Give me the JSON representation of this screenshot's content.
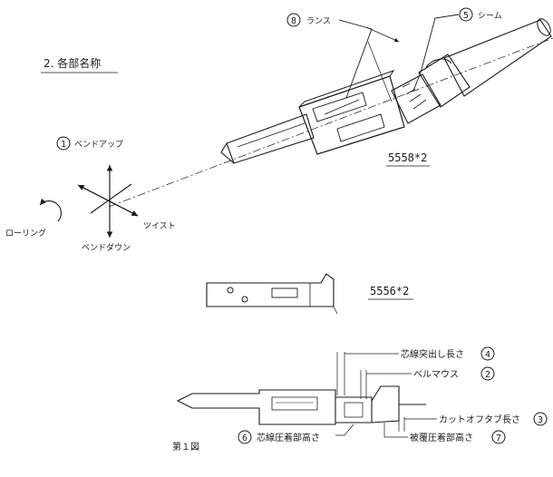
{
  "section_heading": "2. 各部名称",
  "figure_caption": "第１図",
  "axes": {
    "bend_up": {
      "num": "1",
      "label": "ベンドアップ"
    },
    "twist": "ツイスト",
    "bend_down": "ベンドダウン",
    "rolling": "ローリング"
  },
  "terminal_labels": {
    "lance": {
      "num": "8",
      "label": "ランス"
    },
    "seam": {
      "num": "5",
      "label": "シーム"
    }
  },
  "part_numbers": {
    "p5558": "5558*2",
    "p5556": "5556*2"
  },
  "dimension_labels": [
    {
      "num": "4",
      "label": "芯線突出し長さ"
    },
    {
      "num": "2",
      "label": "ベルマウス"
    },
    {
      "num": "3",
      "label": "カットオフタブ長さ"
    },
    {
      "num": "6",
      "label": "芯線圧着部高さ"
    },
    {
      "num": "7",
      "label": "被覆圧着部高さ"
    }
  ],
  "colors": {
    "ink": "#1a1a1a",
    "background": "#ffffff"
  }
}
